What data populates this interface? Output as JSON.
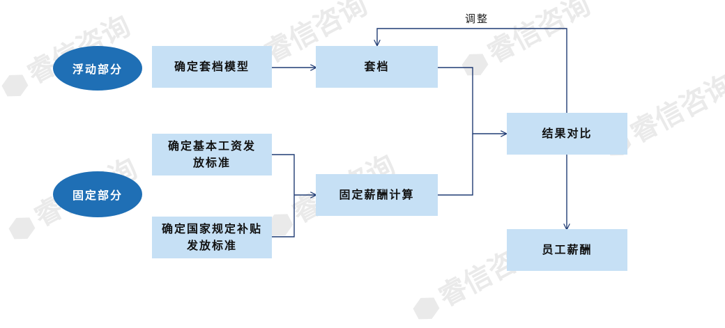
{
  "watermark_text": "睿信咨询",
  "categories": {
    "floating": "浮动部分",
    "fixed": "固定部分"
  },
  "boxes": {
    "determine_model": "确定套档模型",
    "placement": "套档",
    "base_wage": "确定基本工资发放标准",
    "state_subsidy": "确定国家规定补贴发放标准",
    "fixed_pay_calc": "固定薪酬计算",
    "result_compare": "结果对比",
    "employee_pay": "员工薪酬"
  },
  "feedback_label": "调整",
  "colors": {
    "box_fill": "#c6e0f5",
    "ellipse_fill": "#1f6fb5",
    "arrow": "#1f3b73",
    "watermark": "#d9d9d9"
  }
}
